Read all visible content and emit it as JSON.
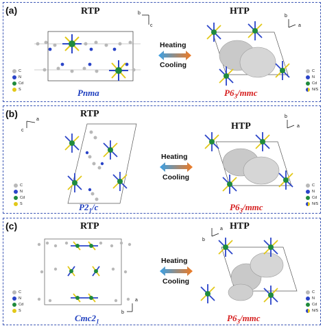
{
  "panels": [
    {
      "label": "(a)",
      "rtp": "RTP",
      "htp": "HTP",
      "heating": "Heating",
      "cooling": "Cooling",
      "rtp_group": "Pnma",
      "htp_group_main": "P6",
      "htp_group_sub": "3",
      "htp_group_tail": "/mmc",
      "rtp_legend": [
        "C",
        "N",
        "Cd",
        "S"
      ],
      "htp_legend": [
        "C",
        "N",
        "Cd",
        "N/S"
      ],
      "rtp_axes": [
        "b",
        "c"
      ],
      "htp_axes": [
        "b",
        "a"
      ]
    },
    {
      "label": "(b)",
      "rtp": "RTP",
      "htp": "HTP",
      "heating": "Heating",
      "cooling": "Cooling",
      "rtp_group_main": "P2",
      "rtp_group_sub": "1",
      "rtp_group_tail": "/c",
      "htp_group_main": "P6",
      "htp_group_sub": "3",
      "htp_group_tail": "/mmc",
      "rtp_legend": [
        "C",
        "N",
        "Cd",
        "S"
      ],
      "htp_legend": [
        "C",
        "N",
        "Cd",
        "N/S"
      ],
      "rtp_axes": [
        "a",
        "c"
      ],
      "htp_axes": [
        "b",
        "a"
      ]
    },
    {
      "label": "(c)",
      "rtp": "RTP",
      "htp": "HTP",
      "heating": "Heating",
      "cooling": "Cooling",
      "rtp_group_main": "Cmc2",
      "rtp_group_sub": "1",
      "htp_group_main": "P6",
      "htp_group_sub": "3",
      "htp_group_tail": "/mmc",
      "rtp_legend": [
        "C",
        "N",
        "Cd",
        "S"
      ],
      "htp_legend": [
        "C",
        "N",
        "Cd",
        "N/S"
      ],
      "rtp_axes": [
        "b",
        "a"
      ],
      "htp_axes": [
        "b",
        "a"
      ]
    }
  ],
  "colors": {
    "carbon": "#b8b8b8",
    "nitrogen": "#2a44c8",
    "cadmium": "#1f8a3c",
    "sulfur": "#e2c818",
    "frame": "#3a55b4",
    "rtp_group": "#1f3fbf",
    "htp_group": "#d62020"
  }
}
